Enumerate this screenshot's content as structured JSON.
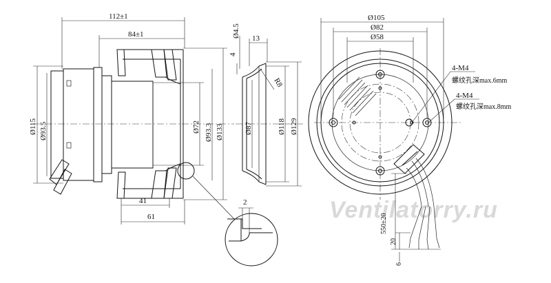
{
  "side_view": {
    "dims": {
      "overall_width": "112±1",
      "body_width": "84±1",
      "d_115": "Ø115",
      "d_93_5": "Ø93.5",
      "d_72": "Ø72",
      "d_93_3": "Ø93.3",
      "d_133": "Ø133",
      "w_41": "41",
      "w_61": "61"
    }
  },
  "ring_view": {
    "dims": {
      "t_4_5": "Ø4.5",
      "w_13": "13",
      "h_4": "4",
      "r_8": "R8",
      "d_87": "Ø87",
      "d_118": "Ø118",
      "d_129": "Ø129"
    }
  },
  "detail_view": {
    "gap": "2"
  },
  "front_view": {
    "dims": {
      "d_105": "Ø105",
      "d_82": "Ø82",
      "d_58": "Ø58",
      "cable_len": "550±20",
      "lead_strip": "20",
      "lead_end": "6"
    },
    "notes": {
      "m4_a": "4-M4",
      "m4_a_depth": "螺纹孔深max.6mm",
      "m4_b": "4-M4",
      "m4_b_depth": "螺纹孔深max.8mm"
    }
  },
  "watermark": "Ventilatorry.ru"
}
